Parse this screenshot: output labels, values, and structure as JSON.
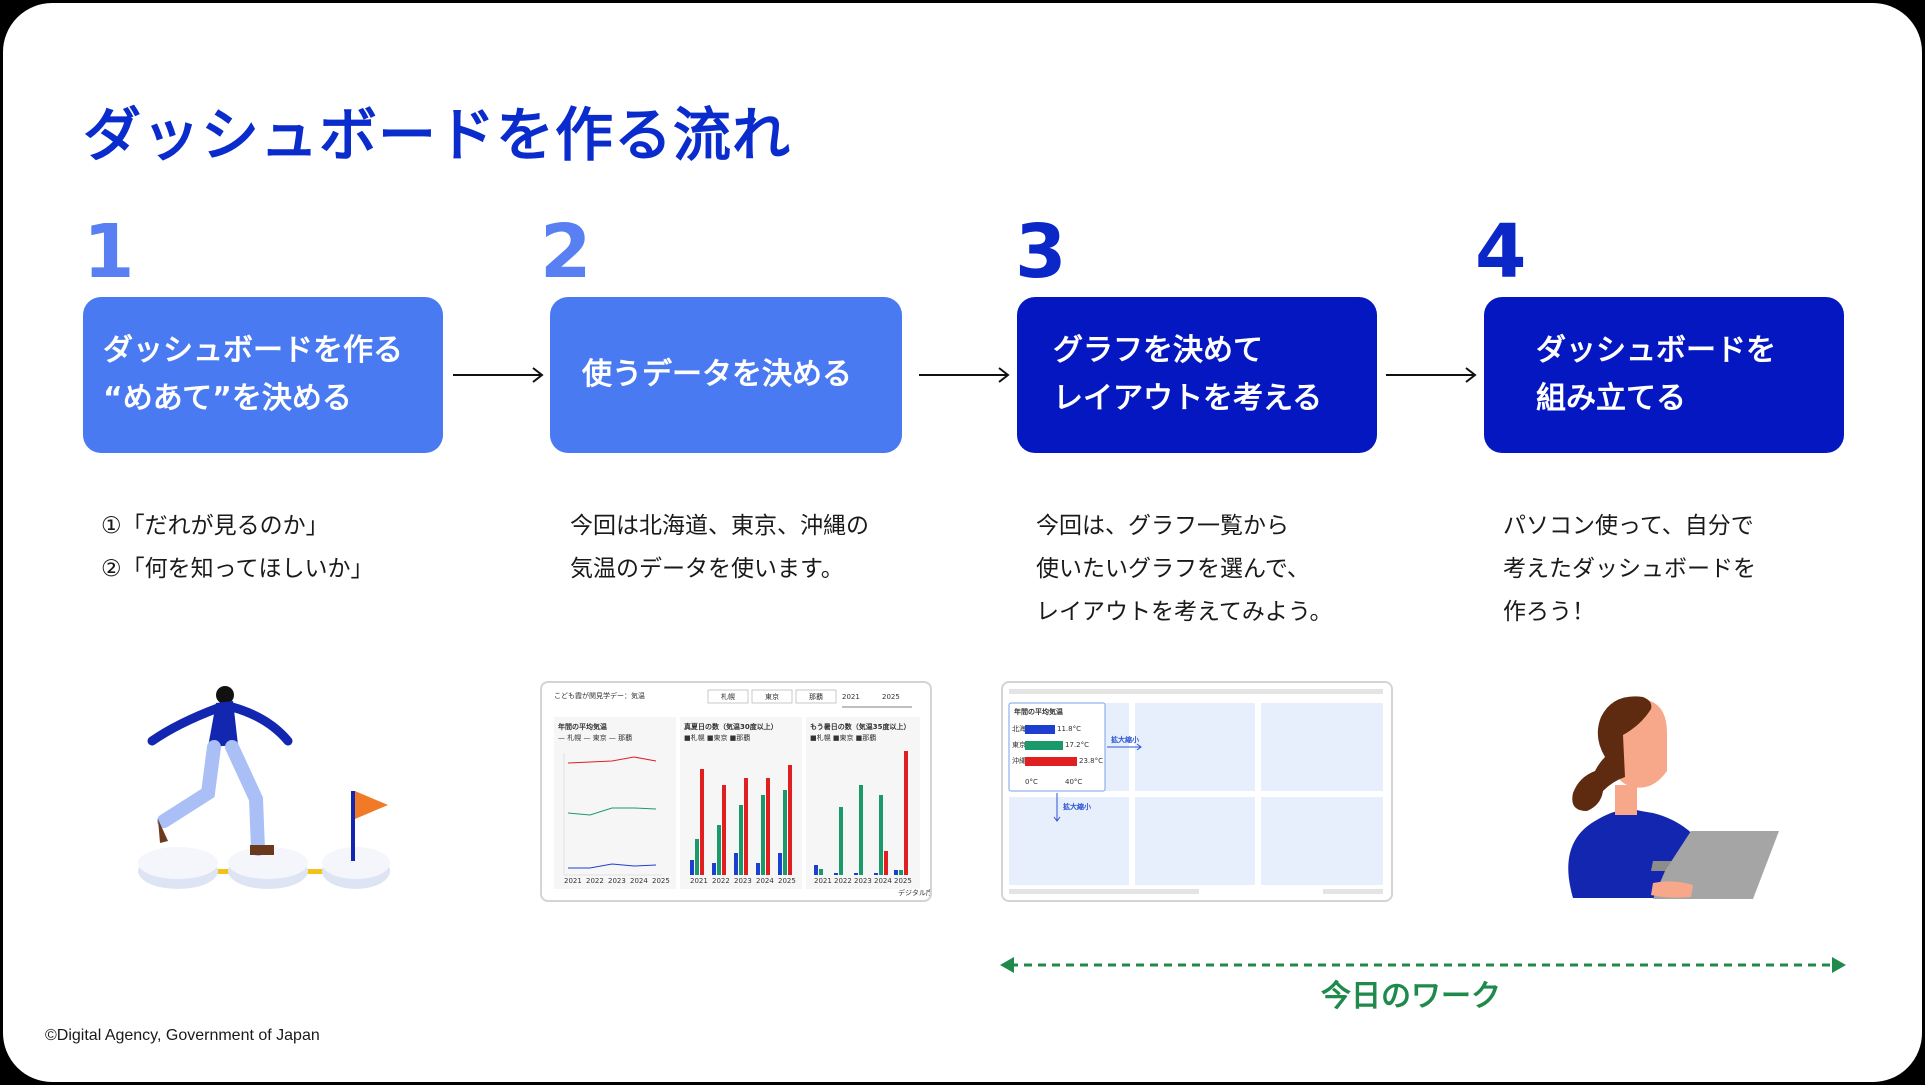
{
  "title": "ダッシュボードを作る流れ",
  "steps": [
    {
      "number": "1",
      "lines": [
        "ダッシュボードを作る",
        "“めあて”を決める"
      ],
      "desc": [
        "①「だれが見るのか」",
        "②「何を知ってほしいか」"
      ]
    },
    {
      "number": "2",
      "lines": [
        "使うデータを決める"
      ],
      "desc": [
        "今回は北海道、東京、沖縄の",
        "気温のデータを使います。"
      ]
    },
    {
      "number": "3",
      "lines": [
        "グラフを決めて",
        "レイアウトを考える"
      ],
      "desc": [
        "今回は、グラフ一覧から",
        "使いたいグラフを選んで、",
        "レイアウトを考えてみよう。"
      ]
    },
    {
      "number": "4",
      "lines": [
        "ダッシュボードを",
        "組み立てる"
      ],
      "desc": [
        "パソコン使って、自分で",
        "考えたダッシュボードを",
        "作ろう！"
      ]
    }
  ],
  "work_label": "今日のワーク",
  "footer": "©Digital Agency, Government of Japan",
  "dashboard_thumb": {
    "header": "こども霞が関見学デー：気温",
    "filters": [
      "札幌",
      "東京",
      "那覇"
    ],
    "years": [
      "2021",
      "2025"
    ],
    "panel1_title": "年間の平均気温",
    "panel1_legend": "— 札幌 — 東京 — 那覇",
    "panel2_title": "真夏日の数（気温30度以上）",
    "panel3_title": "もう暑日の数（気温35度以上）",
    "bar_legend": "■札幌 ■東京 ■那覇",
    "x_labels": [
      "2021",
      "2022",
      "2023",
      "2024",
      "2025"
    ],
    "credit": "デジタル庁"
  },
  "layout_thumb": {
    "card_title": "年間の平均気温",
    "bars": [
      "北海道",
      "東京",
      "沖縄"
    ],
    "bar_values": [
      "11.8°C",
      "17.2°C",
      "23.8°C"
    ],
    "axis": [
      "0°C",
      "40°C"
    ],
    "resize_label_1": "拡大縮小",
    "resize_label_2": "拡大縮小"
  },
  "colors": {
    "title": "#0b2ccc",
    "light_box": "#4a7af2",
    "dark_box": "#0517c1",
    "work": "#1f8a4c"
  }
}
